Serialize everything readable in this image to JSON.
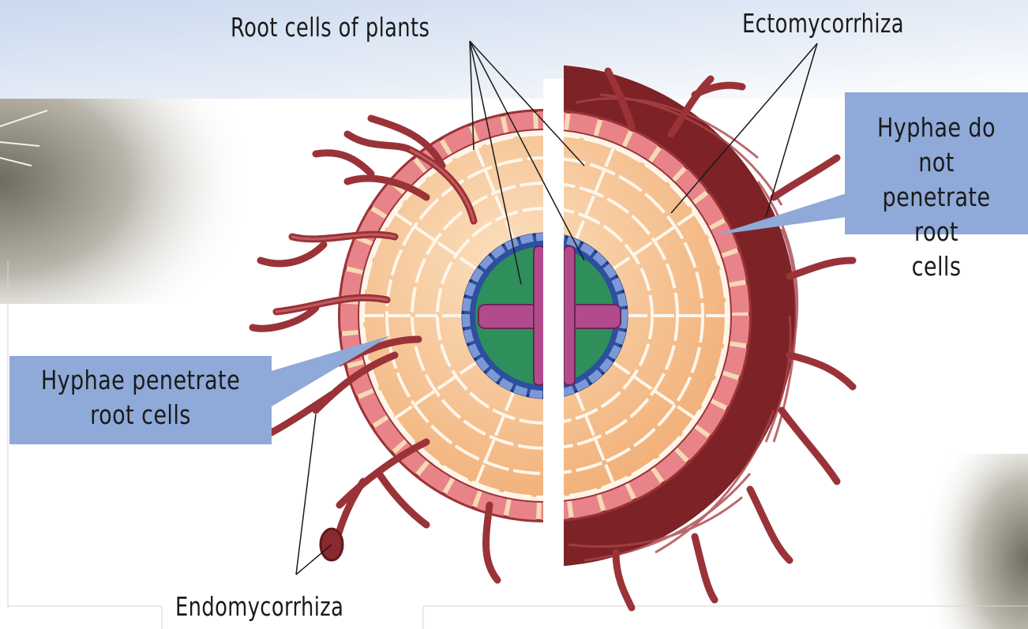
{
  "labels": {
    "root_cells": "Root cells of plants",
    "ectomycorrhiza": "Ectomycorrhiza",
    "endomycorrhiza": "Endomycorrhiza"
  },
  "callouts": {
    "no_penetrate": [
      "Hyphae do not",
      "penetrate root",
      "cells"
    ],
    "penetrate": [
      "Hyphae penetrate",
      "root cells"
    ]
  },
  "colors": {
    "callout_fill": "#8fa9d8",
    "hypha": "#9a3338",
    "hypha_light": "#c25a5e",
    "cortex_cell": "#f1b27a",
    "cortex_cell_light": "#f8d2a6",
    "epidermis": "#e8838a",
    "endodermis": "#2c4f9e",
    "phloem": "#2f8f5a",
    "xylem": "#b24b8c",
    "mantle": "#7d2226"
  }
}
